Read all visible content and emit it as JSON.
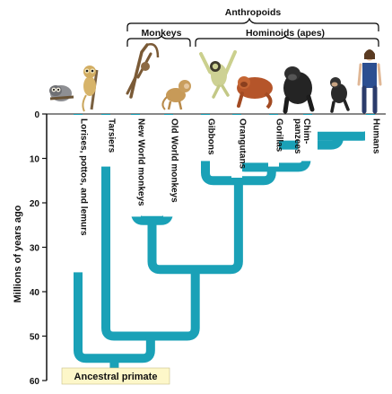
{
  "header": {
    "anthropoids": "Anthropoids",
    "monkeys": "Monkeys",
    "hominoids": "Hominoids (apes)"
  },
  "taxa": [
    {
      "name": "lorises",
      "label": "Lorises, pottos, and lemurs",
      "icon": "loris-icon"
    },
    {
      "name": "tarsiers",
      "label": "Tarsiers",
      "icon": "tarsier-icon"
    },
    {
      "name": "new-world-monkeys",
      "label": "New World monkeys",
      "icon": "spider-monkey-icon"
    },
    {
      "name": "old-world-monkeys",
      "label": "Old World monkeys",
      "icon": "macaque-icon"
    },
    {
      "name": "gibbons",
      "label": "Gibbons",
      "icon": "gibbon-icon"
    },
    {
      "name": "orangutans",
      "label": "Orangutans",
      "icon": "orangutan-icon"
    },
    {
      "name": "gorillas",
      "label": "Gorillas",
      "icon": "gorilla-icon"
    },
    {
      "name": "chimpanzees",
      "label": "Chim-\npanzees",
      "icon": "chimpanzee-icon"
    },
    {
      "name": "humans",
      "label": "Humans",
      "icon": "human-icon"
    }
  ],
  "axis": {
    "label": "Millions of years ago",
    "ticks": [
      0,
      10,
      20,
      30,
      40,
      50,
      60
    ]
  },
  "root_label": "Ancestral primate",
  "divergences_mya": {
    "humans_chimpanzees": 5,
    "gorillas": 7,
    "orangutans": 12,
    "gibbons": 15,
    "monkeys": 24,
    "anthropoids": 35,
    "tarsiers": 50,
    "root": 55
  },
  "colors": {
    "branch": "#1aa1b7",
    "text": "#111111",
    "root_box": "#fdf7c9"
  }
}
